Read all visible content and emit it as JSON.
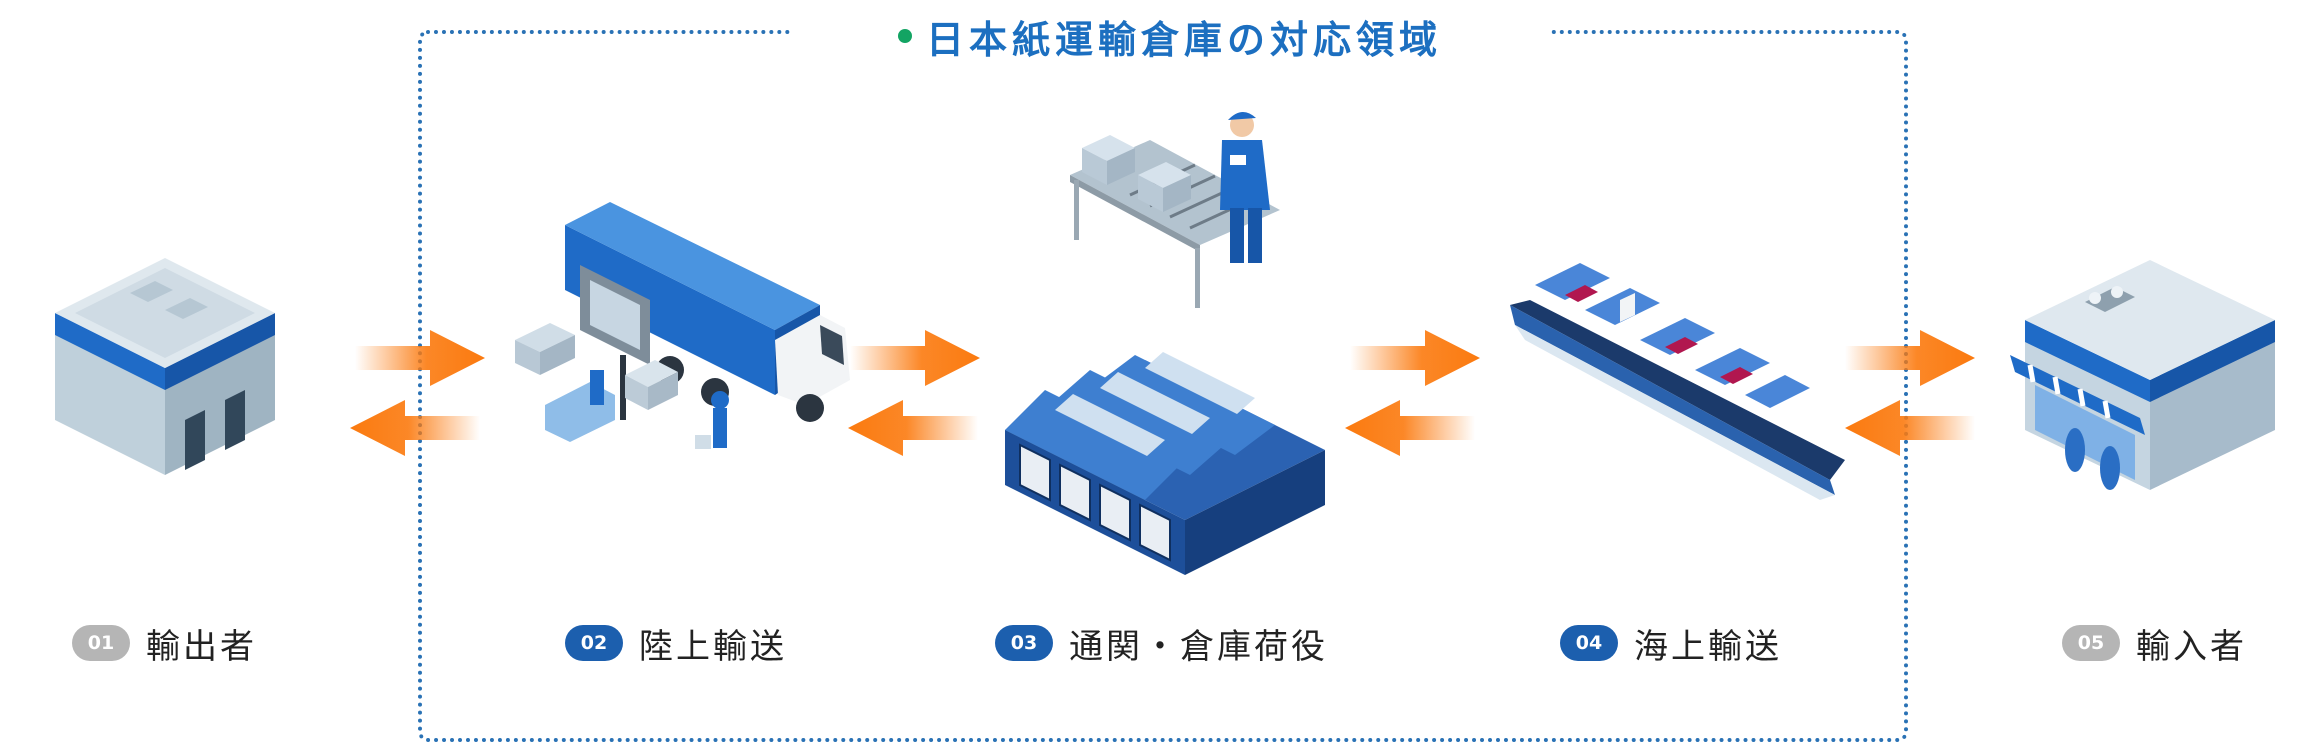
{
  "title": "日本紙運輸倉庫の対応領域",
  "colors": {
    "accent_blue": "#1c6fc0",
    "dot_green": "#13a463",
    "arrow_orange": "#fb7a0f",
    "badge_blue": "#1c5fae",
    "badge_grey": "#b5b5b5"
  },
  "steps": [
    {
      "number": "01",
      "label": "輸出者",
      "icon": "exporter-building-icon"
    },
    {
      "number": "02",
      "label": "陸上輸送",
      "icon": "truck-forklift-icon"
    },
    {
      "number": "03",
      "label": "通関・倉庫荷役",
      "icon": "warehouse-conveyor-icon"
    },
    {
      "number": "04",
      "label": "海上輸送",
      "icon": "container-ship-icon"
    },
    {
      "number": "05",
      "label": "輸入者",
      "icon": "importer-store-icon"
    }
  ]
}
